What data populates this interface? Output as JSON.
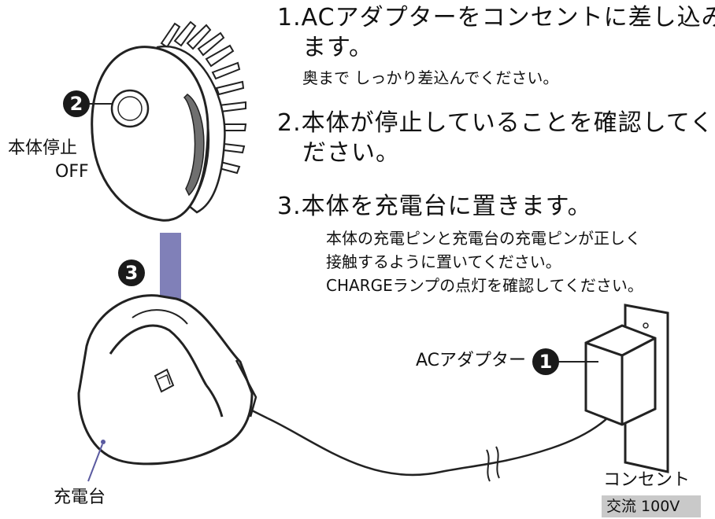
{
  "steps": [
    {
      "num": "1",
      "main": ".ACアダプターをコンセントに差し込み",
      "cont": "ます。",
      "sub": [
        "奥まで しっかり差込んでください。"
      ]
    },
    {
      "num": "2",
      "main": ".本体が停止していることを確認してく",
      "cont": "ださい。",
      "sub": []
    },
    {
      "num": "3",
      "main": ".本体を充電台に置きます。",
      "cont": "",
      "sub": [
        "本体の充電ピンと充電台の充電ピンが正しく",
        "接触するように置いてください。",
        "CHARGEランプの点灯を確認してください。"
      ]
    }
  ],
  "labels": {
    "body_stop": "本体停止",
    "off": "OFF",
    "ac_adapter": "ACアダプター",
    "charger": "充電台",
    "outlet": "コンセント",
    "ac_voltage": "交流 100V"
  },
  "badges": {
    "one": "1",
    "two": "2",
    "three": "3"
  },
  "colors": {
    "arrow": "#8080b8",
    "line": "#1a1a1a",
    "label_box": "#c9c9c9"
  }
}
